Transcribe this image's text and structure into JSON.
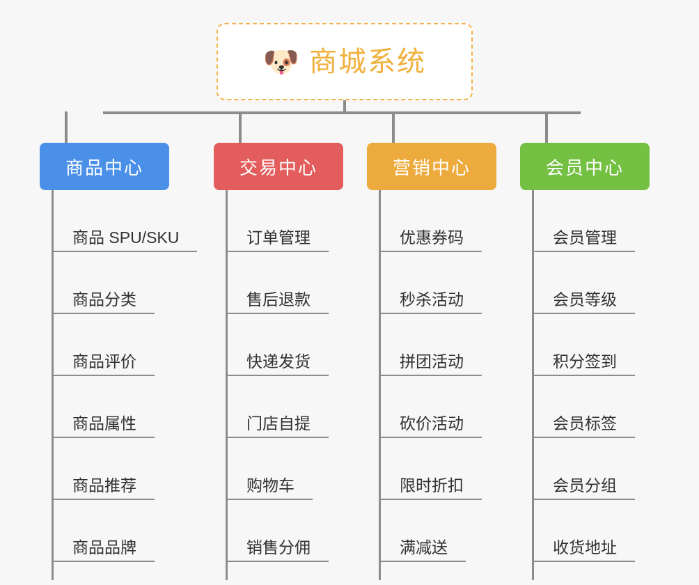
{
  "root": {
    "icon": "dog-face-emoji",
    "icon_glyph": "🐶",
    "title": "商城系统",
    "border_color": "#f2b24a",
    "text_color": "#f0b03c"
  },
  "canvas": {
    "background_color": "#f7f7f7",
    "line_color": "#8c8c8c"
  },
  "branches": [
    {
      "title": "商品中心",
      "color": "#4a90e8",
      "items": [
        "商品 SPU/SKU",
        "商品分类",
        "商品评价",
        "商品属性",
        "商品推荐",
        "商品品牌"
      ]
    },
    {
      "title": "交易中心",
      "color": "#e35d5d",
      "items": [
        "订单管理",
        "售后退款",
        "快递发货",
        "门店自提",
        "购物车",
        "销售分佣"
      ]
    },
    {
      "title": "营销中心",
      "color": "#edab3e",
      "items": [
        "优惠券码",
        "秒杀活动",
        "拼团活动",
        "砍价活动",
        "限时折扣",
        "满减送"
      ]
    },
    {
      "title": "会员中心",
      "color": "#74c043",
      "items": [
        "会员管理",
        "会员等级",
        "积分签到",
        "会员标签",
        "会员分组",
        "收货地址"
      ]
    }
  ]
}
